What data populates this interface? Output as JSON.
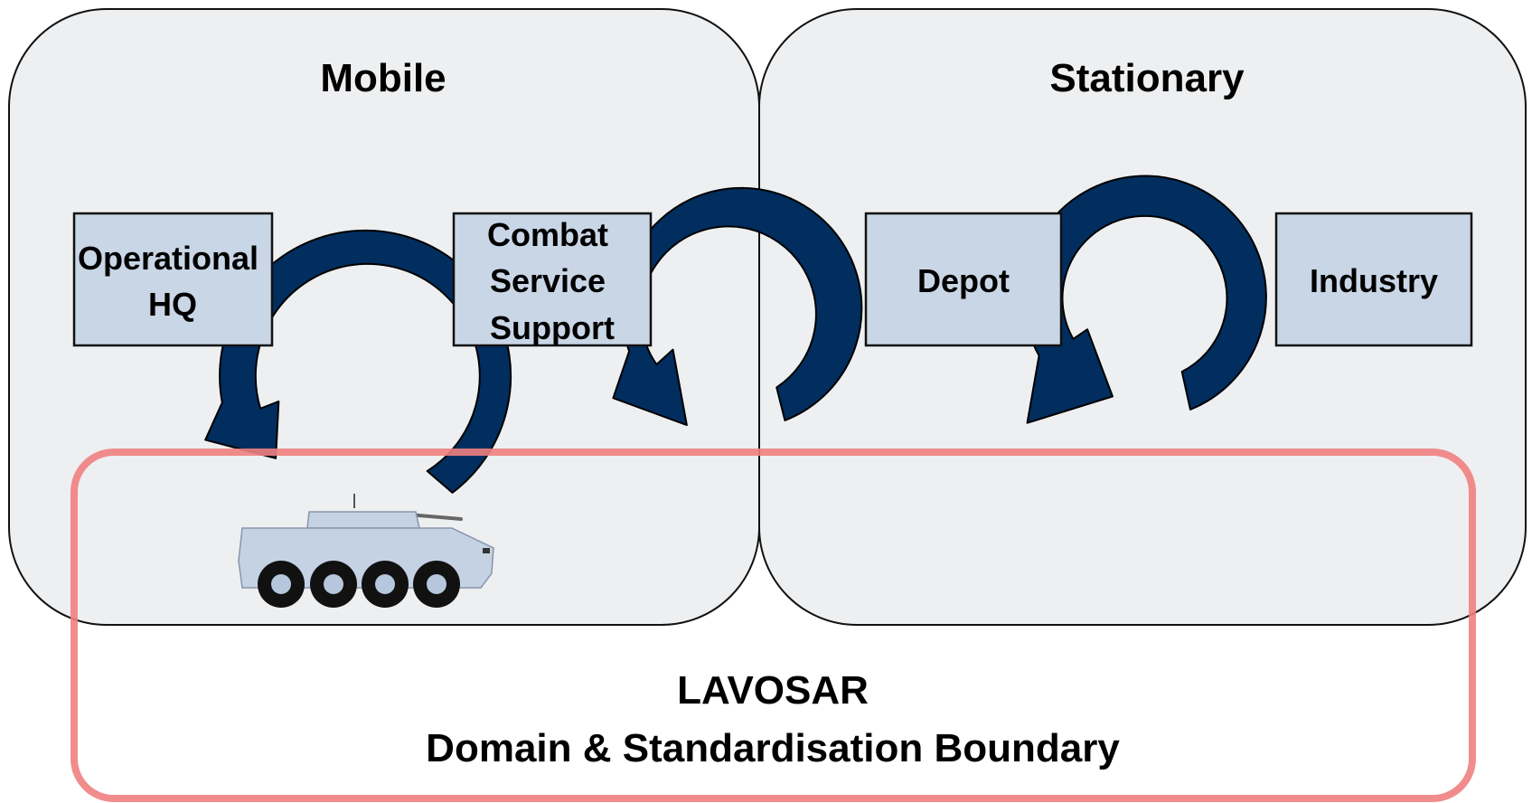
{
  "panels": {
    "mobile": {
      "title": "Mobile"
    },
    "stationary": {
      "title": "Stationary"
    }
  },
  "nodes": {
    "operational_hq": {
      "lines": [
        "Operational",
        "HQ"
      ]
    },
    "combat_service_support": {
      "lines": [
        "Combat",
        "Service",
        "Support"
      ]
    },
    "depot": {
      "lines": [
        "Depot"
      ]
    },
    "industry": {
      "lines": [
        "Industry"
      ]
    }
  },
  "boundary": {
    "title": "LAVOSAR",
    "subtitle": "Domain & Standardisation Boundary"
  },
  "icons": {
    "cycle_arrow": "cycle-arrow-icon",
    "vehicle": "armoured-vehicle-icon"
  },
  "colors": {
    "panel_fill": "#eeeff1",
    "node_fill": "#c9d6e6",
    "arrow_fill": "#012e5e",
    "boundary_stroke": "#f08080"
  }
}
